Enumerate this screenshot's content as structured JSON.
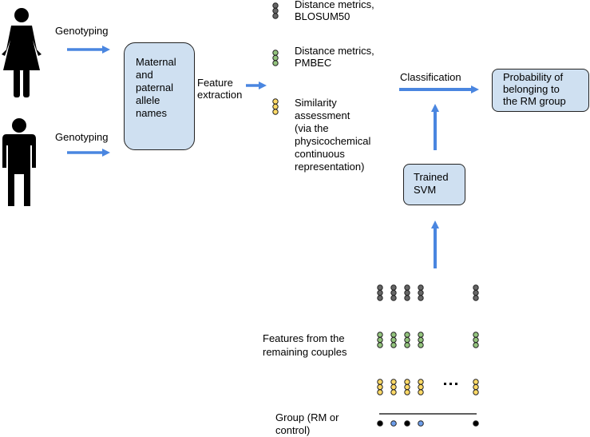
{
  "colors": {
    "arrow": "#4a86e0",
    "box_fill": "#cfe0f1",
    "dot_gray": "#666666",
    "dot_green": "#93c47d",
    "dot_yellow": "#ffd966",
    "dot_black": "#000000",
    "dot_blue": "#6d9eeb"
  },
  "people": {
    "female": {
      "icon": "female-person-icon",
      "arrow_label": "Genotyping"
    },
    "male": {
      "icon": "male-person-icon",
      "arrow_label": "Genotyping"
    }
  },
  "allele_box": {
    "label": "Maternal and paternal allele names",
    "lines": [
      "Maternal",
      "and",
      "paternal",
      "allele",
      "names"
    ]
  },
  "feature_extraction": {
    "lines": [
      "Feature",
      "extraction"
    ]
  },
  "features": [
    {
      "lines": [
        "Distance metrics,",
        "BLOSUM50"
      ],
      "dot_color": "gray"
    },
    {
      "lines": [
        "Distance metrics,",
        "PMBEC"
      ],
      "dot_color": "green"
    },
    {
      "lines": [
        "Similarity",
        "assessment",
        "(via the",
        "physicochemical",
        "continuous",
        "representation)"
      ],
      "dot_color": "yellow"
    }
  ],
  "classification": {
    "label": "Classification"
  },
  "output_box": {
    "lines": [
      "Probability of",
      "belonging to",
      "the RM group"
    ]
  },
  "svm_box": {
    "lines": [
      "Trained",
      "SVM"
    ]
  },
  "training": {
    "features_label": [
      "Features from the",
      "remaining couples"
    ],
    "group_label": [
      "Group (RM or",
      "control)"
    ],
    "ellipsis": "...",
    "groups": [
      "black",
      "blue",
      "black",
      "blue",
      "black"
    ]
  }
}
